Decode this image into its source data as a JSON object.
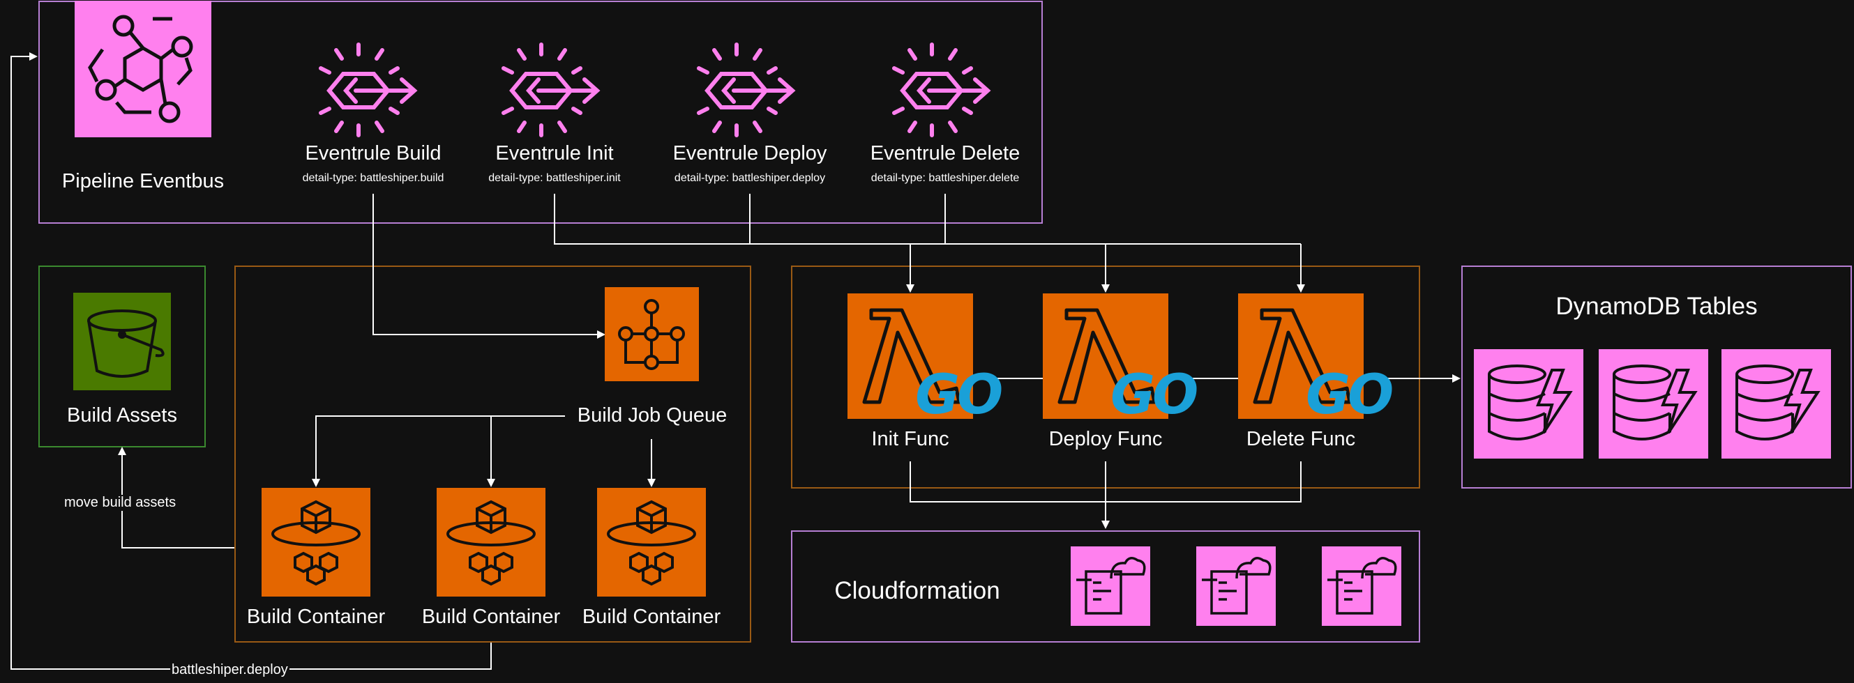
{
  "eventbus": {
    "label": "Pipeline Eventbus",
    "rules": [
      {
        "name": "Eventrule Build",
        "detail": "detail-type: battleshiper.build"
      },
      {
        "name": "Eventrule Init",
        "detail": "detail-type: battleshiper.init"
      },
      {
        "name": "Eventrule Deploy",
        "detail": "detail-type: battleshiper.deploy"
      },
      {
        "name": "Eventrule Delete",
        "detail": "detail-type: battleshiper.delete"
      }
    ]
  },
  "build_assets": {
    "label": "Build Assets"
  },
  "build": {
    "queue_label": "Build Job Queue",
    "containers": [
      "Build Container",
      "Build Container",
      "Build Container"
    ]
  },
  "functions": {
    "items": [
      "Init Func",
      "Deploy Func",
      "Delete Func"
    ],
    "runtime_label": "GO"
  },
  "dynamodb": {
    "label": "DynamoDB Tables"
  },
  "cloudformation": {
    "label": "Cloudformation"
  },
  "edges": {
    "move_assets": "move build assets",
    "deploy": "battleshiper.deploy"
  },
  "colors": {
    "background": "#111111",
    "purple_border": "#b77fd4",
    "orange_border": "#9a5a14",
    "green_border": "#3b8a2f",
    "pink": "#ff80ee",
    "orange": "#e46600",
    "green": "#4a7a00",
    "go_blue": "#1aa0d8"
  },
  "icons": {
    "eventbus": "eventbridge-icon",
    "rule": "eventbridge-rule-icon",
    "bucket": "s3-bucket-icon",
    "queue": "step-functions-icon",
    "container": "fargate-icon",
    "lambda": "lambda-icon",
    "table": "dynamodb-icon",
    "stack": "cloudformation-stack-icon"
  }
}
